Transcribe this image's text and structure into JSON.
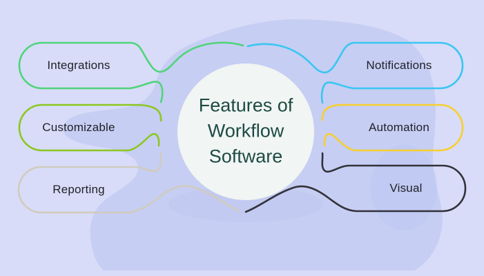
{
  "diagram": {
    "center": {
      "title_lines": [
        "Features of",
        "Workflow",
        "Software"
      ]
    },
    "nodes": [
      {
        "id": "integrations",
        "label": "Integrations",
        "side": "left",
        "color": "#4fd47a"
      },
      {
        "id": "customizable",
        "label": "Customizable",
        "side": "left",
        "color": "#8cc720"
      },
      {
        "id": "reporting",
        "label": "Reporting",
        "side": "left",
        "color": "#d1cbbe"
      },
      {
        "id": "notifications",
        "label": "Notifications",
        "side": "right",
        "color": "#39c6f1"
      },
      {
        "id": "automation",
        "label": "Automation",
        "side": "right",
        "color": "#f8ce30"
      },
      {
        "id": "visual",
        "label": "Visual",
        "side": "right",
        "color": "#32323a"
      }
    ],
    "colors": {
      "background": "#d8dcf8",
      "blob": "#c6cef3",
      "blob_accent": "#bcc7f0",
      "circle_fill": "#f1f5f3",
      "title_text": "#1d4b43",
      "label_text": "#1f2028"
    }
  }
}
